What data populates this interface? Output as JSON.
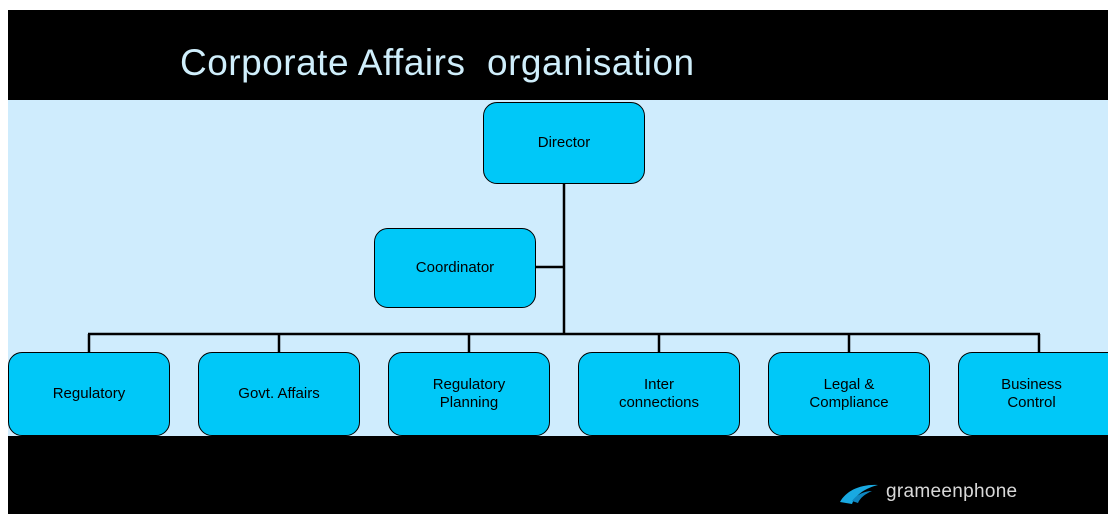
{
  "slide": {
    "title": "Corporate Affairs  organisation"
  },
  "org_chart": {
    "top": {
      "label": "Director"
    },
    "staff": {
      "label": "Coordinator"
    },
    "departments": [
      {
        "label": "Regulatory"
      },
      {
        "label": "Govt. Affairs"
      },
      {
        "label": "Regulatory Planning"
      },
      {
        "label": "Inter connections"
      },
      {
        "label": "Legal & Compliance"
      },
      {
        "label": "Business Control"
      }
    ]
  },
  "footer": {
    "logo_text": "grameenphone",
    "logo_icon": "grameenphone-telenor-logo-icon"
  },
  "colors": {
    "background_top": "#000000",
    "content_band": "#cfecfd",
    "box_fill": "#00c8f8",
    "title_text": "#cfeefb"
  }
}
